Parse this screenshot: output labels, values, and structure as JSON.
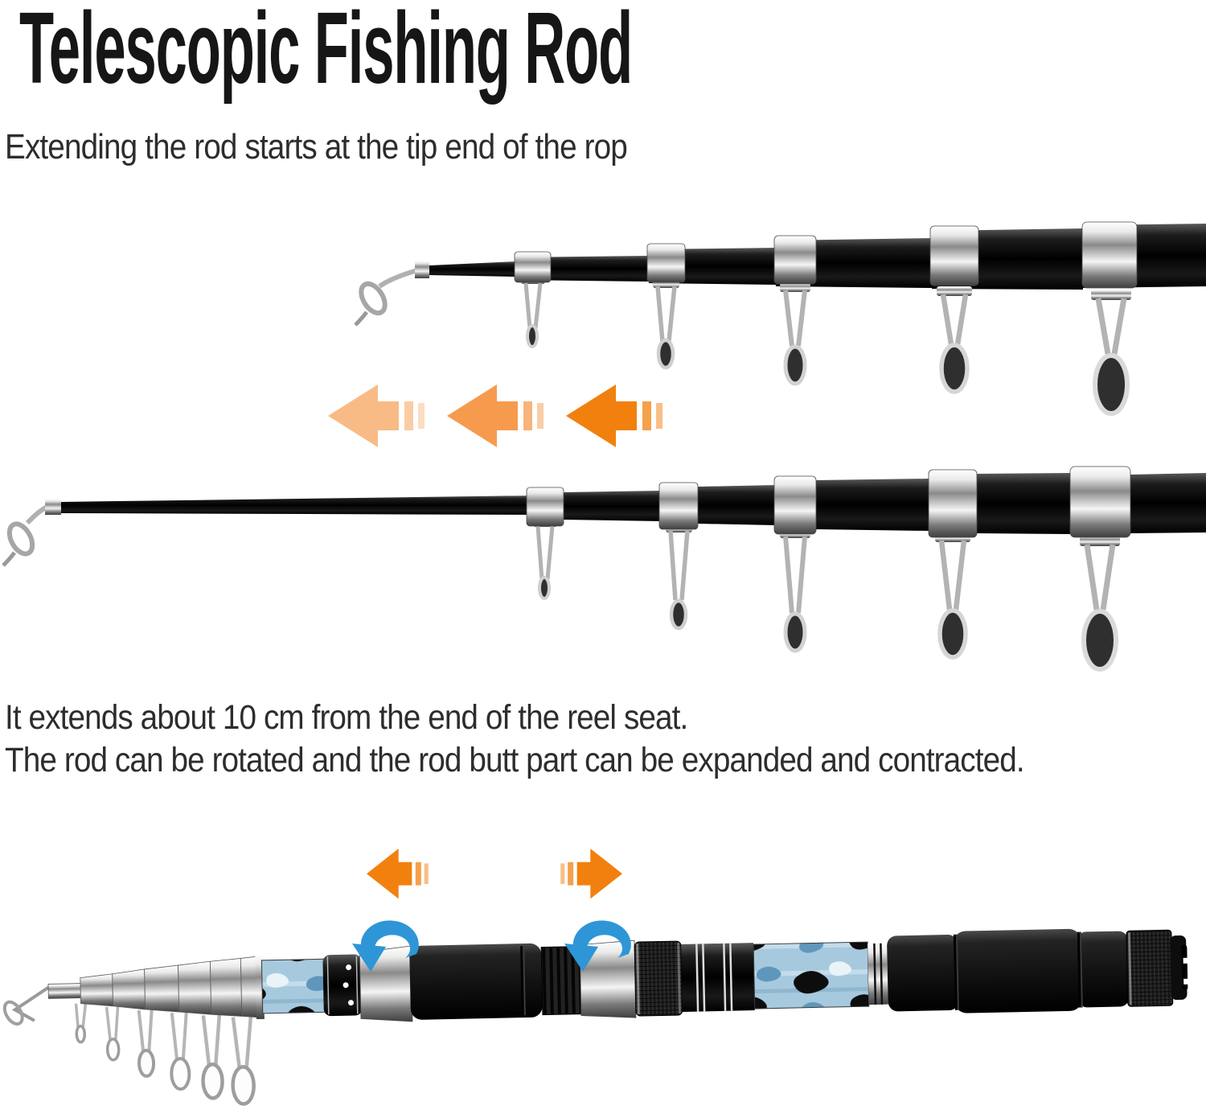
{
  "header": {
    "title": "Telescopic Fishing Rod",
    "subtitle": "Extending the rod starts at the tip end of the rop"
  },
  "captions": {
    "line1": "It extends about 10 cm from the end of the reel seat.",
    "line2": "The rod can be rotated and the rod butt part can be expanded and contracted."
  },
  "icons": {
    "retract_arrows": [
      "extend-arrow-light-icon",
      "extend-arrow-medium-icon",
      "extend-arrow-dark-icon"
    ],
    "handle_arrows": [
      "collapse-arrow-icon",
      "expand-arrow-icon"
    ],
    "rotate_arrows": [
      "rotate-arrow-front-icon",
      "rotate-arrow-rear-icon"
    ]
  },
  "colors": {
    "orange_light": "#f8bb86",
    "orange_medium": "#f69b4e",
    "orange_dark": "#f1800f",
    "rotate_blue": "#2e96d6",
    "camo_blue": "#a7c9de",
    "title_text": "#161616",
    "body_text": "#2d2d2d",
    "background": "#ffffff"
  }
}
